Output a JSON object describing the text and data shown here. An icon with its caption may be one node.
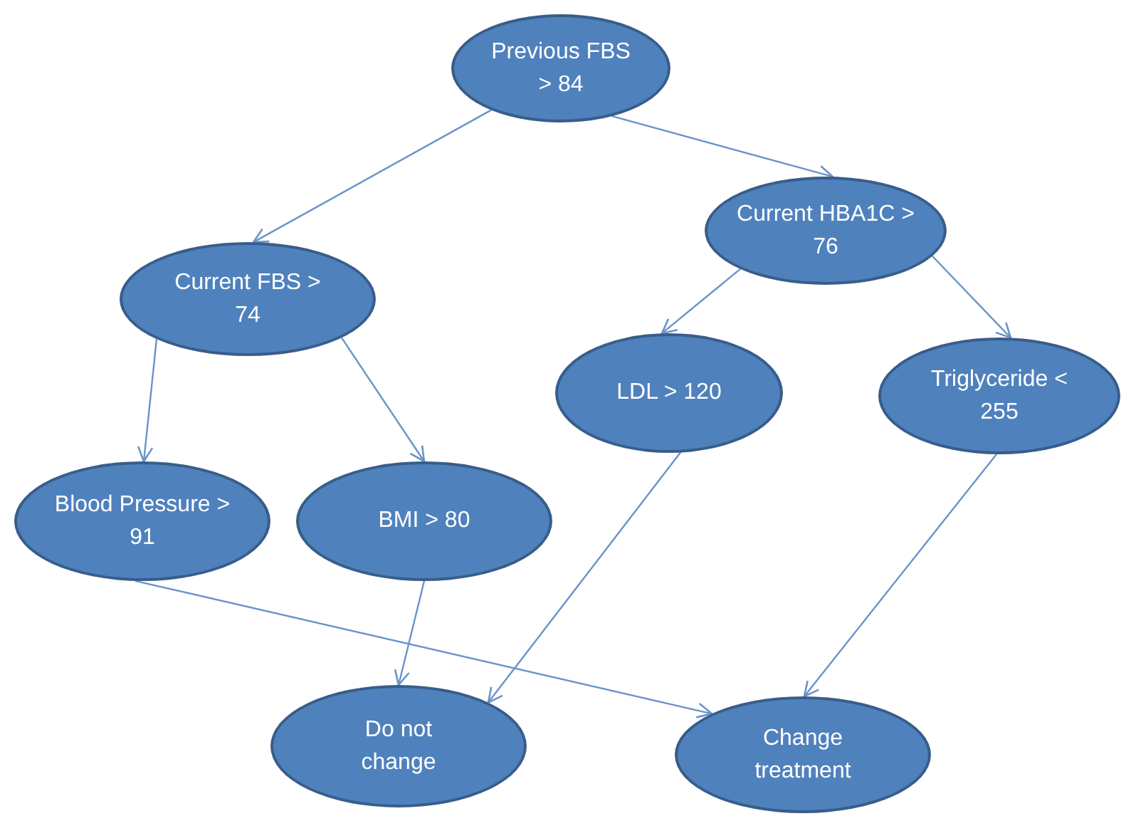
{
  "diagram": {
    "nodes": [
      {
        "text": [
          "Previous FBS > 84"
        ]
      },
      {
        "text": [
          "Current FBS > 74"
        ]
      },
      {
        "text": [
          "Current HBA1C > 76"
        ]
      },
      {
        "text": [
          "LDL > 120"
        ]
      },
      {
        "text": [
          "Triglyceride < 255"
        ]
      },
      {
        "text": [
          "Blood Pressure > 91"
        ]
      },
      {
        "text": [
          "BMI > 80"
        ]
      },
      {
        "text": [
          "Do not change"
        ]
      },
      {
        "text": [
          "Change treatment"
        ]
      }
    ],
    "edges": [
      {
        "from": 0,
        "to": 1,
        "arrow": "to"
      },
      {
        "from": 0,
        "to": 2,
        "arrow": "to"
      },
      {
        "from": 1,
        "to": 5,
        "arrow": "to"
      },
      {
        "from": 1,
        "to": 6,
        "arrow": "to"
      },
      {
        "from": 2,
        "to": 3,
        "arrow": "to"
      },
      {
        "from": 2,
        "to": 4,
        "arrow": "to"
      },
      {
        "from": 5,
        "to": 8,
        "arrow": "to"
      },
      {
        "from": 6,
        "to": 7,
        "arrow": "to"
      },
      {
        "from": 3,
        "to": 7,
        "arrow": "to"
      },
      {
        "from": 4,
        "to": 8,
        "arrow": "to"
      }
    ]
  }
}
